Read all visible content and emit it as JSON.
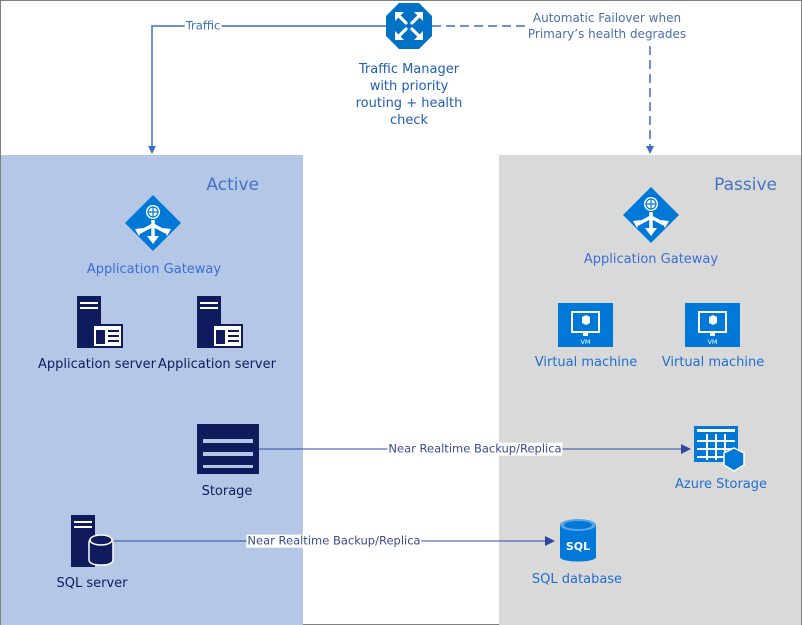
{
  "traffic_manager": {
    "lines": [
      "Traffic Manager",
      "with priority",
      "routing + health",
      "check"
    ]
  },
  "edges": {
    "traffic": "Traffic",
    "failover_lines": [
      "Automatic Failover when",
      "Primary’s health degrades"
    ],
    "storage_replication": "Near Realtime Backup/Replica",
    "sql_replication": "Near Realtime Backup/Replica"
  },
  "active": {
    "title": "Active",
    "gateway": "Application Gateway",
    "servers": [
      "Application server",
      "Application server"
    ],
    "storage": "Storage",
    "sql": "SQL server"
  },
  "passive": {
    "title": "Passive",
    "gateway": "Application Gateway",
    "vms": [
      "Virtual machine",
      "Virtual machine"
    ],
    "vm_badge": "VM",
    "storage": "Azure Storage",
    "sql": "SQL database",
    "sql_badge": "SQL"
  },
  "colors": {
    "active_panel": "#b4c7e7",
    "passive_panel": "#d9d9d9",
    "azure_blue": "#0078d7",
    "navy": "#0f1b5c",
    "connector": "#3a6fc4"
  }
}
